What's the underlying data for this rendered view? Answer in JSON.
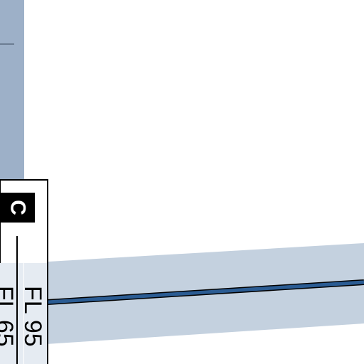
{
  "map": {
    "colors": {
      "background": "#ffffff",
      "airspace_strip": "#9db0c8",
      "airway_corridor": "#c4d1df",
      "airway_line": "#2b5c93",
      "airway_outline": "#000000",
      "label_box_fill": "#ffffff",
      "label_box_border": "#000000",
      "class_badge_fill": "#000000",
      "class_badge_text": "#ffffff",
      "text": "#000000"
    },
    "airspace_label": {
      "class_letter": "C",
      "upper_limit": "FL 95",
      "lower_limit": "FL 65"
    }
  }
}
